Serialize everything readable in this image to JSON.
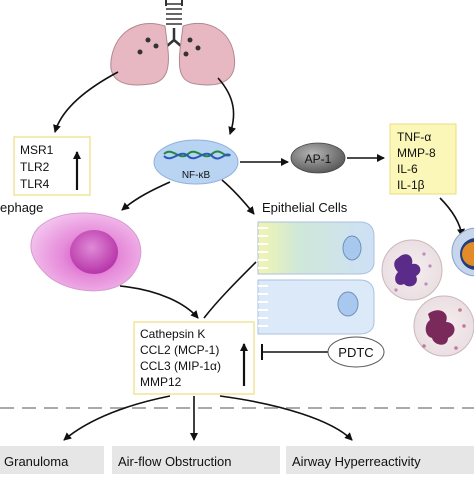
{
  "receptors_box": {
    "lines": [
      "MSR1",
      "TLR2",
      "TLR4"
    ]
  },
  "nfkb_label": "NF-κB",
  "ap1_label": "AP-1",
  "cytokines_box": {
    "lines": [
      "TNF-α",
      "MMP-8",
      "IL-6",
      "IL-1β"
    ]
  },
  "macrophage_label": "ephage",
  "epithelial_label": "Epithelial Cells",
  "mediators_box": {
    "lines": [
      "Cathepsin K",
      "CCL2 (MCP-1)",
      "CCL3 (MIP-1α)",
      "MMP12"
    ]
  },
  "pdtc_label": "PDTC",
  "outcomes": [
    "Granuloma",
    "Air-flow Obstruction",
    "Airway Hyperreactivity"
  ],
  "colors": {
    "lung": "#e8b8c2",
    "box_border": "#f2e6a0",
    "cytokine_fill": "#fbf7b8",
    "nfkb_fill": "#b9d3f2",
    "ap1_fill": "#7a7a7a",
    "macrophage": "#e07cd4",
    "epithelial": "#d9e8f8",
    "outcome_bar": "#e6e6e6"
  }
}
